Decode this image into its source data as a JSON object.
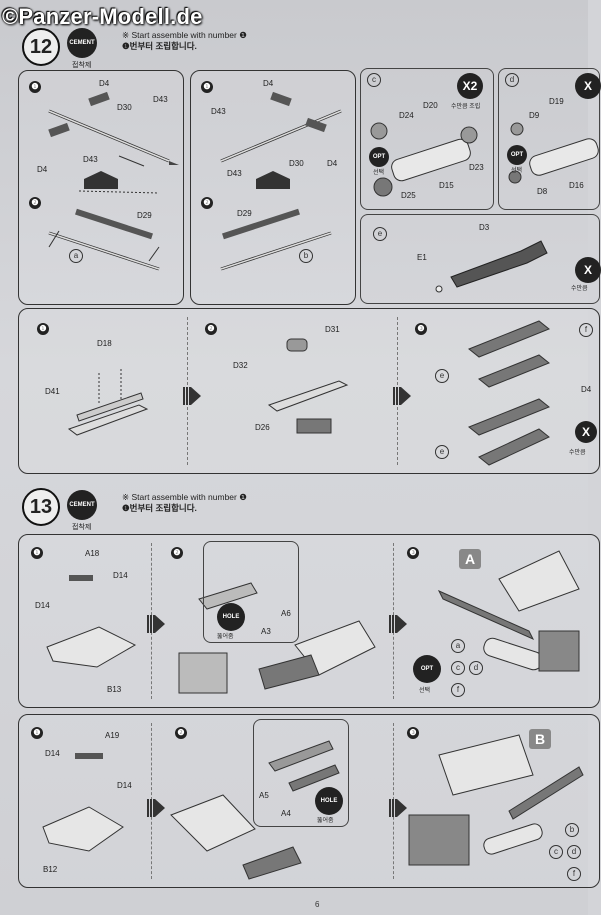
{
  "watermark": "©Panzer-Modell.de",
  "page_number": "6",
  "step12": {
    "number": "12",
    "cement_badge": "CEMENT",
    "cement_korean": "접착제",
    "note_en": "Start assemble with number ❶",
    "note_kr": "❶번부터 조립합니다.",
    "note_mark": "※"
  },
  "step13": {
    "number": "13",
    "cement_badge": "CEMENT",
    "cement_korean": "접착제",
    "note_en": "Start assemble with number ❶",
    "note_kr": "❶번부터 조립합니다.",
    "note_mark": "※"
  },
  "left_a": {
    "n1": "❶",
    "n2": "❷",
    "d4a": "D4",
    "d4b": "D4",
    "d30": "D30",
    "d43a": "D43",
    "d43b": "D43",
    "d29": "D29",
    "tag": "a"
  },
  "left_b": {
    "n1": "❶",
    "n2": "❷",
    "d4a": "D4",
    "d4b": "D4",
    "d30": "D30",
    "d43a": "D43",
    "d43b": "D43",
    "d29": "D29",
    "tag": "b"
  },
  "c_box": {
    "tag": "c",
    "x2": "X2",
    "x2_kr": "수만큼 조립",
    "opt": "OPT",
    "opt_kr": "선택",
    "d20": "D20",
    "d24": "D24",
    "d23": "D23",
    "d25": "D25",
    "d15": "D15"
  },
  "d_box": {
    "tag": "d",
    "x2": "X",
    "d19": "D19",
    "d9": "D9",
    "d8": "D8",
    "d16": "D16",
    "opt": "OPT",
    "opt_kr": "선택"
  },
  "e_box": {
    "tag": "e",
    "e1": "E1",
    "d3": "D3",
    "x": "X",
    "x_kr": "수만큼"
  },
  "rack": {
    "n1": "❶",
    "n2": "❷",
    "n3": "❸",
    "d18": "D18",
    "d41": "D41",
    "d31": "D31",
    "d32": "D32",
    "d26": "D26",
    "e": "e",
    "f": "f",
    "d4": "D4",
    "x": "X",
    "x_kr": "수만큼"
  },
  "s13a": {
    "n1": "❶",
    "n2": "❷",
    "n3": "❸",
    "a18": "A18",
    "d14a": "D14",
    "d14b": "D14",
    "b13": "B13",
    "a3": "A3",
    "a6": "A6",
    "hole": "HOLE",
    "hole_kr": "뚫어줌",
    "letter": "A",
    "opt": "OPT",
    "opt_kr": "선택",
    "a": "a",
    "c": "c",
    "d": "d",
    "f": "f"
  },
  "s13b": {
    "n1": "❶",
    "n2": "❷",
    "n3": "❸",
    "a19": "A19",
    "d14a": "D14",
    "d14b": "D14",
    "b12": "B12",
    "a5": "A5",
    "a4": "A4",
    "hole": "HOLE",
    "hole_kr": "뚫어줌",
    "letter": "B",
    "b": "b",
    "c": "c",
    "d": "d",
    "f": "f"
  }
}
